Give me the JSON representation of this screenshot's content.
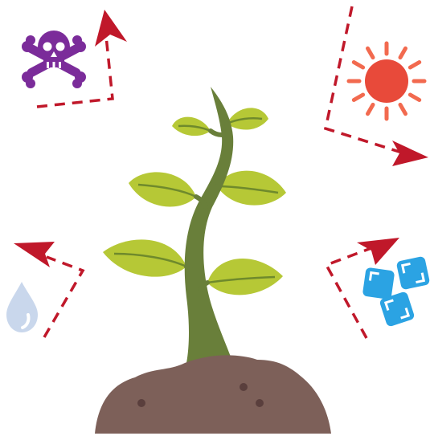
{
  "diagram": {
    "center": {
      "subject": "plant-seedling",
      "ground": "soil-mound"
    },
    "influences": [
      {
        "id": "poison",
        "icon": "skull-crossbones-icon",
        "color": "#7b2c9a",
        "arrow_direction": "up"
      },
      {
        "id": "sun",
        "icon": "sun-icon",
        "color": "#e84a3a",
        "arrow_direction": "right"
      },
      {
        "id": "water",
        "icon": "water-drop-icon",
        "color": "#c9d7ec",
        "arrow_direction": "up-left"
      },
      {
        "id": "ice",
        "icon": "ice-cubes-icon",
        "color": "#2ba3e3",
        "arrow_direction": "up-right"
      }
    ],
    "colors": {
      "arrow": "#c0182a",
      "leaf": "#b6c836",
      "leaf_vein": "#6f8a2c",
      "stem": "#697f3a",
      "soil": "#7d6059",
      "pebble": "#5a3f3d"
    }
  }
}
